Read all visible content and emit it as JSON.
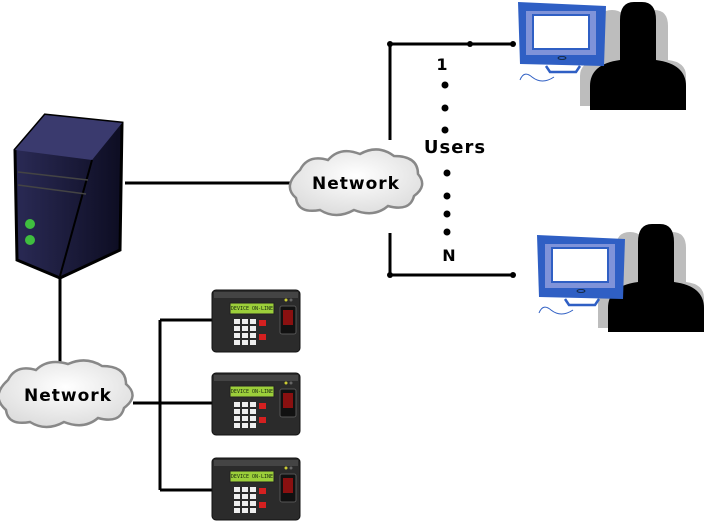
{
  "diagram": {
    "network_top_label": "Network",
    "network_bottom_label": "Network",
    "users_label": "Users",
    "users_first": "1",
    "users_last": "N",
    "device_screen_text": "DEVICE ON-LINE",
    "colors": {
      "server": "#1c1c3a",
      "server_led": "#3fbf3f",
      "monitor": "#2f5fc4",
      "monitor_inner": "#7f93d9",
      "person": "#000000",
      "person_shadow": "#bdbdbd",
      "cloud": "#ececec",
      "device_body": "#2a2a2a",
      "device_screen": "#9ccf3a",
      "device_red_key": "#d42020"
    },
    "icons": [
      "server-icon",
      "cloud-icon",
      "monitor-icon",
      "user-silhouette-icon",
      "biometric-terminal-icon"
    ]
  }
}
